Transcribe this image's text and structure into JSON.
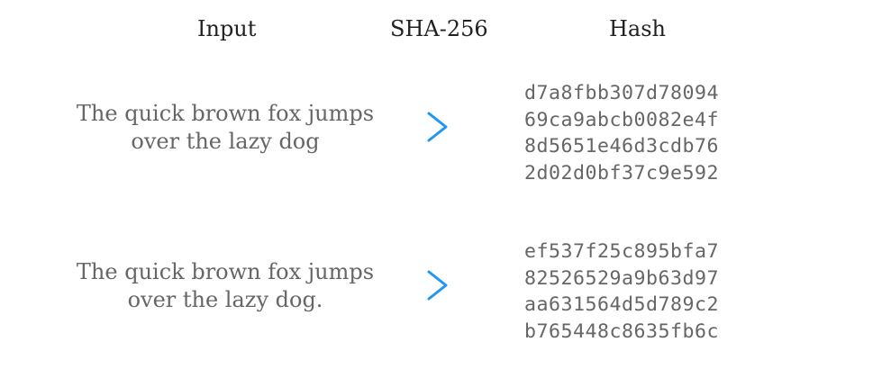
{
  "headers": {
    "input": "Input",
    "algorithm": "SHA-256",
    "hash": "Hash"
  },
  "rows": [
    {
      "input_lines": [
        "The quick brown fox jumps",
        "over the lazy dog"
      ],
      "hash_lines": [
        "d7a8fbb307d78094",
        "69ca9abcb0082e4f",
        "8d5651e46d3cdb76",
        "2d02d0bf37c9e592"
      ]
    },
    {
      "input_lines": [
        "The quick brown fox jumps",
        "over the lazy dog."
      ],
      "hash_lines": [
        "ef537f25c895bfa7",
        "82526529a9b63d97",
        "aa631564d5d789c2",
        "b765448c8635fb6c"
      ]
    }
  ],
  "icons": {
    "arrow": "chevron-right-icon"
  },
  "colors": {
    "arrow": "#2196F3",
    "header_text": "#222222",
    "body_text": "#666666"
  }
}
